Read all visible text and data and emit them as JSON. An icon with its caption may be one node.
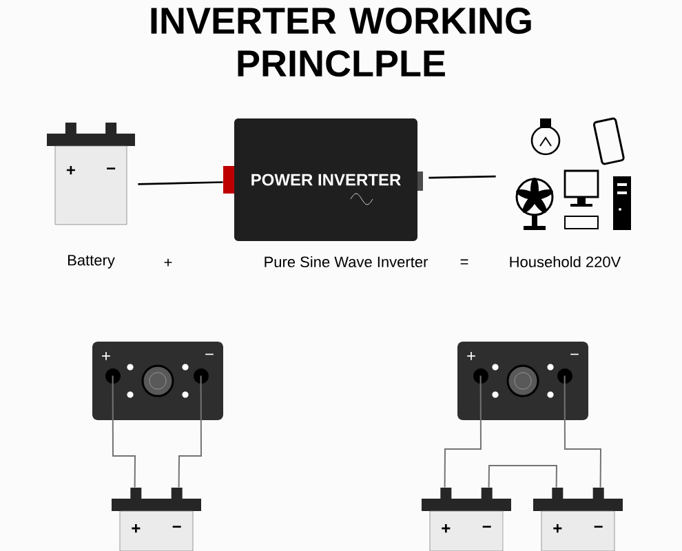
{
  "diagram": {
    "title": "INVERTER WORKING PRINCLPLE",
    "nodes": [
      {
        "text": [
          "+",
          "−"
        ],
        "beside": [
          "Battery"
        ]
      },
      {
        "text": [
          "POWER INVERTER"
        ],
        "beside": [
          "Pure Sine Wave Inverter"
        ]
      },
      {
        "text": [],
        "shape": "picture",
        "beside": [
          "Household 220V"
        ]
      },
      {
        "text": [
          "+",
          "−"
        ]
      },
      {
        "text": [
          "+",
          "−"
        ]
      },
      {
        "text": [
          "+",
          "−"
        ]
      },
      {
        "text": [
          "+",
          "−"
        ]
      },
      {
        "text": [
          "+",
          "−"
        ]
      }
    ],
    "edges": [
      {
        "from": 0,
        "to": 1,
        "arrow": "none",
        "color": "#000000"
      },
      {
        "from": 1,
        "to": 2,
        "arrow": "none",
        "color": "#000000"
      },
      {
        "from": 3,
        "to": 4,
        "arrow": "none"
      },
      {
        "from": 3,
        "to": 4,
        "arrow": "none"
      },
      {
        "from": 5,
        "to": 6,
        "arrow": "none"
      },
      {
        "from": 5,
        "to": 7,
        "arrow": "none"
      },
      {
        "from": 6,
        "to": 7,
        "arrow": "none"
      }
    ],
    "labels": [
      "+",
      "="
    ]
  }
}
